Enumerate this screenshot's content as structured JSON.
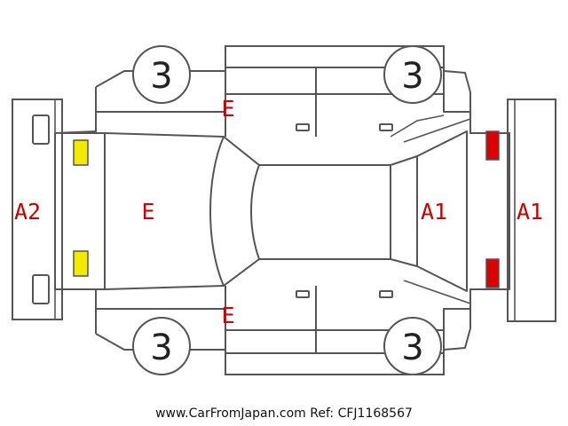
{
  "colors": {
    "line": "#555555",
    "code": "#cc0000",
    "marker_yellow": "#f2ea00",
    "marker_red": "#dd0000"
  },
  "icons": {
    "car_outline": "car-top-view-outline",
    "wheel": "wheel-circle-icon"
  },
  "wheels": {
    "front_top": "3",
    "rear_top": "3",
    "front_bottom": "3",
    "rear_bottom": "3"
  },
  "codes": {
    "door_top": "E",
    "door_bottom": "E",
    "hood": "E",
    "front_bumper": "A2",
    "back_window": "A1",
    "rear_bumper": "A1"
  },
  "markers": [
    {
      "part": "headlight-top",
      "color": "yellow"
    },
    {
      "part": "headlight-bottom",
      "color": "yellow"
    },
    {
      "part": "taillight-top",
      "color": "red"
    },
    {
      "part": "taillight-bottom",
      "color": "red"
    }
  ],
  "footer": {
    "site": "www.CarFromJapan.com",
    "ref": "Ref: CFJ1168567"
  }
}
